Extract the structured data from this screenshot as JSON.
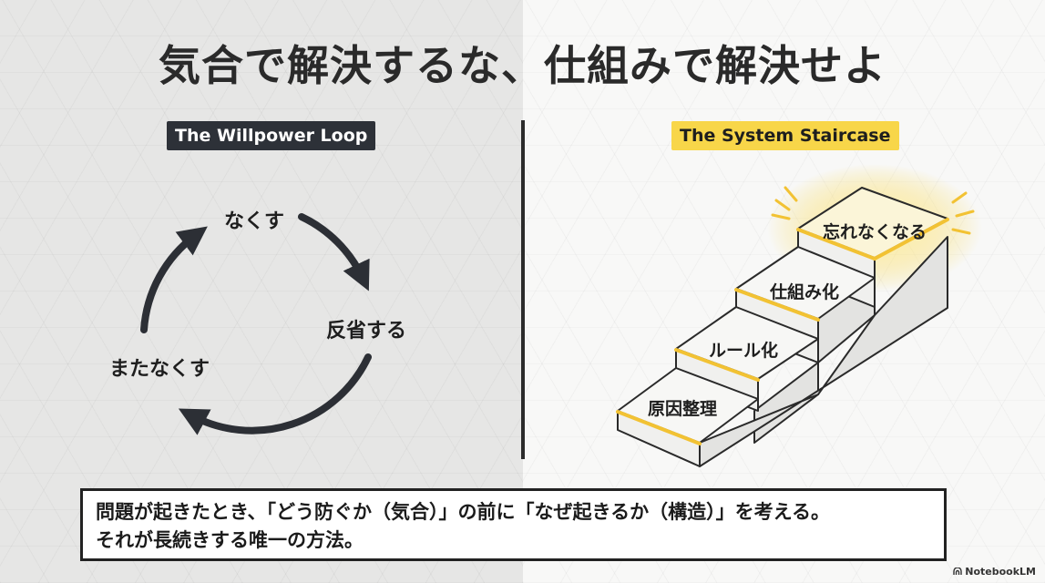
{
  "title": "気合で解決するな、仕組みで解決せよ",
  "left": {
    "badge": "The Willpower Loop",
    "cycle": [
      "なくす",
      "反省する",
      "またなくす"
    ]
  },
  "right": {
    "badge": "The System Staircase",
    "steps": [
      "原因整理",
      "ルール化",
      "仕組み化",
      "忘れなくなる"
    ]
  },
  "caption": {
    "line1": "問題が起きたとき、「どう防ぐか（気合）」の前に「なぜ起きるか（構造）」を考える。",
    "line2": "それが長続きする唯一の方法。"
  },
  "brand": "NotebookLM",
  "colors": {
    "accent_yellow": "#f8d649",
    "dark": "#2d3138"
  }
}
